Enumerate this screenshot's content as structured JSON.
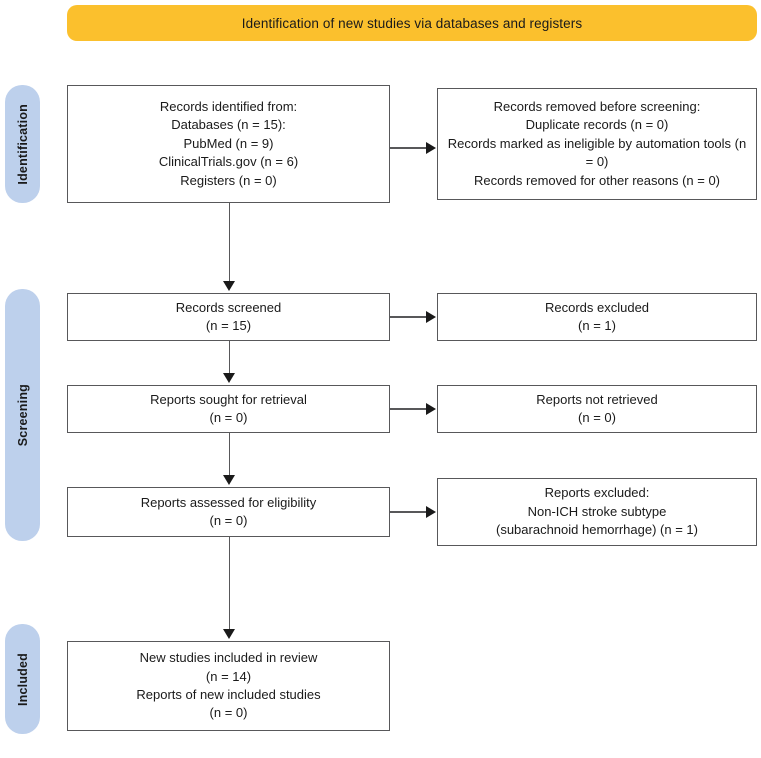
{
  "banner": {
    "title": "Identification of new studies via databases and registers",
    "color": "#fbc02d"
  },
  "stages": [
    {
      "id": "identification",
      "label": "Identification",
      "color": "#bdd0ec"
    },
    {
      "id": "screening",
      "label": "Screening",
      "color": "#bdd0ec"
    },
    {
      "id": "included",
      "label": "Included",
      "color": "#bdd0ec"
    }
  ],
  "boxes": {
    "identified": "Records identified from:\nDatabases (n = 15):\nPubMed (n = 9)\nClinicalTrials.gov (n = 6)\nRegisters (n = 0)",
    "removed": "Records removed before screening:\nDuplicate records (n = 0)\nRecords marked as ineligible by automation tools (n = 0)\nRecords removed for other reasons (n = 0)",
    "screened": "Records screened\n(n = 15)",
    "excluded_records": "Records excluded\n(n = 1)",
    "sought": "Reports sought for retrieval\n(n = 0)",
    "not_retrieved": "Reports not retrieved\n(n = 0)",
    "assessed": "Reports assessed for eligibility\n(n = 0)",
    "excluded_reports": "Reports excluded:\nNon-ICH stroke subtype\n(subarachnoid hemorrhage) (n = 1)",
    "included": "New studies included in review\n(n = 14)\nReports of new included studies\n(n = 0)"
  },
  "counts": {
    "records_identified_total": 15,
    "databases": 15,
    "pubmed": 9,
    "clinicaltrials_gov": 6,
    "registers": 0,
    "duplicate_records_removed": 0,
    "records_ineligible_automation": 0,
    "records_removed_other": 0,
    "records_screened": 15,
    "records_excluded": 1,
    "reports_sought": 0,
    "reports_not_retrieved": 0,
    "reports_assessed": 0,
    "reports_excluded_non_ich": 1,
    "new_studies_included": 14,
    "reports_of_new_included_studies": 0
  }
}
